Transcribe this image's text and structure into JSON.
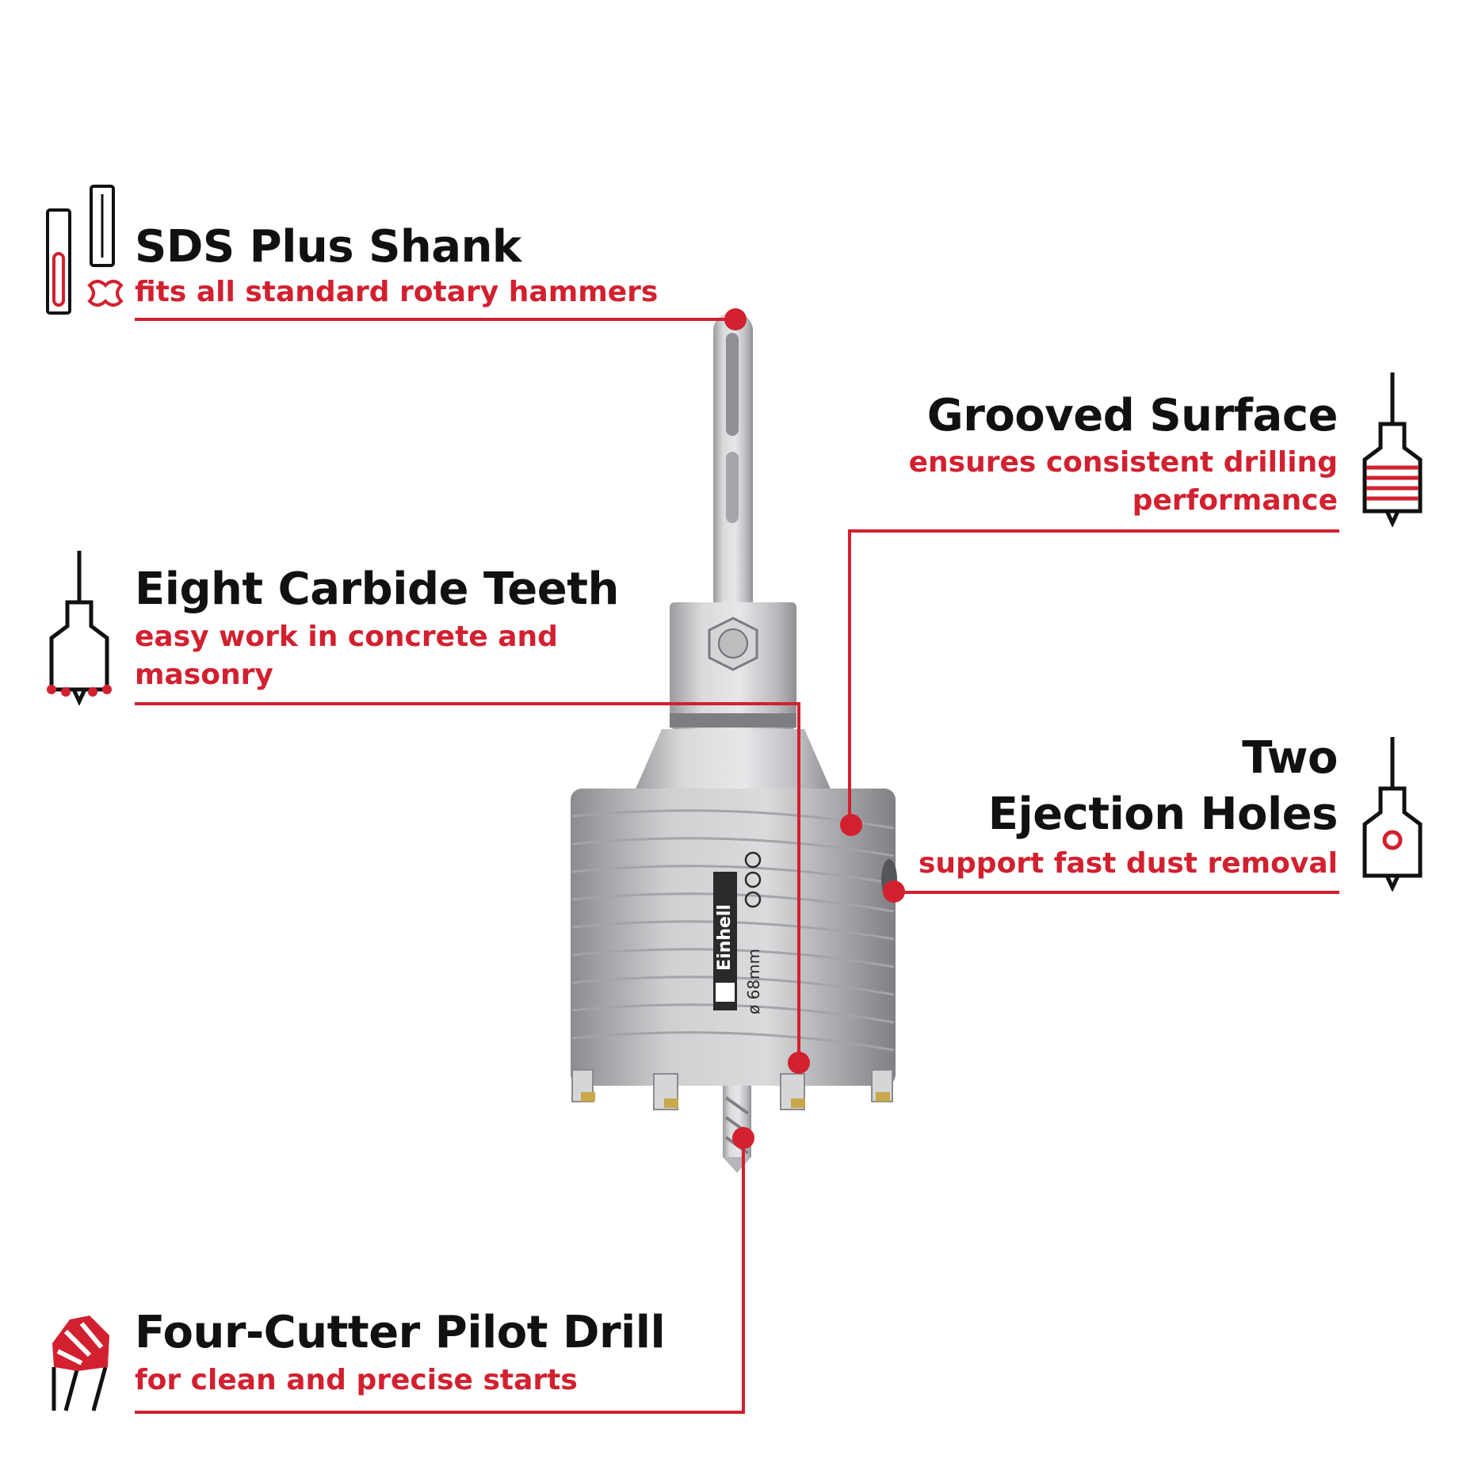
{
  "colors": {
    "accent": "#d2202f",
    "text": "#111111",
    "metal": "#c8c9cb"
  },
  "product": {
    "brand": "Einhell",
    "size_label": "ø 68mm"
  },
  "features": {
    "sds": {
      "title": "SDS Plus Shank",
      "subtitle": "fits all standard rotary hammers",
      "icon": "sds-shank-icon"
    },
    "grooved": {
      "title": "Grooved Surface",
      "subtitle_1": "ensures consistent drilling",
      "subtitle_2": "performance",
      "icon": "grooved-core-bit-icon"
    },
    "teeth": {
      "title": "Eight Carbide Teeth",
      "subtitle_1": "easy work in concrete and",
      "subtitle_2": "masonry",
      "icon": "carbide-teeth-core-bit-icon"
    },
    "ejection": {
      "title_1": "Two",
      "title_2": "Ejection Holes",
      "subtitle": "support fast dust removal",
      "icon": "ejection-hole-core-bit-icon"
    },
    "pilot": {
      "title": "Four-Cutter Pilot Drill",
      "subtitle": "for clean and precise starts",
      "icon": "pilot-drill-tip-icon"
    }
  }
}
